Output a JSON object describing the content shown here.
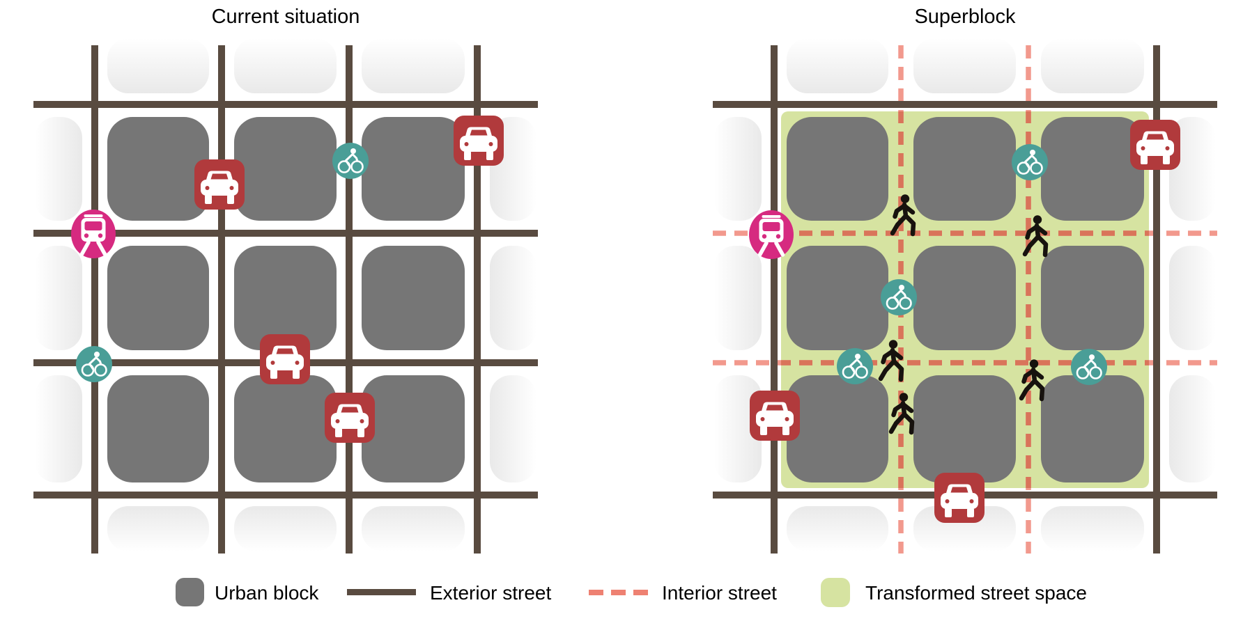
{
  "panels": {
    "left": {
      "title": "Current situation",
      "icon_counts": {
        "car": 4,
        "bicycle": 2,
        "tram": 1
      }
    },
    "right": {
      "title": "Superblock",
      "icon_counts": {
        "car": 3,
        "bicycle": 4,
        "tram": 1,
        "pedestrian": 5
      }
    }
  },
  "legend": {
    "items": [
      {
        "label": "Urban block",
        "swatch": "gray-rounded-square"
      },
      {
        "label": "Exterior street",
        "swatch": "solid-brown-line"
      },
      {
        "label": "Interior street",
        "swatch": "dashed-coral-line"
      },
      {
        "label": "Transformed street space",
        "swatch": "green-rounded-square"
      }
    ]
  },
  "icons": {
    "car": "car-icon",
    "bicycle": "bicycle-icon",
    "tram": "tram-icon",
    "pedestrian": "pedestrian-icon"
  },
  "colors": {
    "street": "#594b40",
    "block": "#767676",
    "block-faded": "#e9e9e9",
    "green": "#d6e3a1",
    "dash-interior": "#d9745a",
    "dash-exterior": "#f2998d",
    "dash-legend": "#ee8172",
    "car-red": "#b13a3c",
    "bike-teal": "#4a9e97",
    "tram-magenta": "#d62a80",
    "pedestrian-black": "#17120e",
    "text": "#000000"
  }
}
